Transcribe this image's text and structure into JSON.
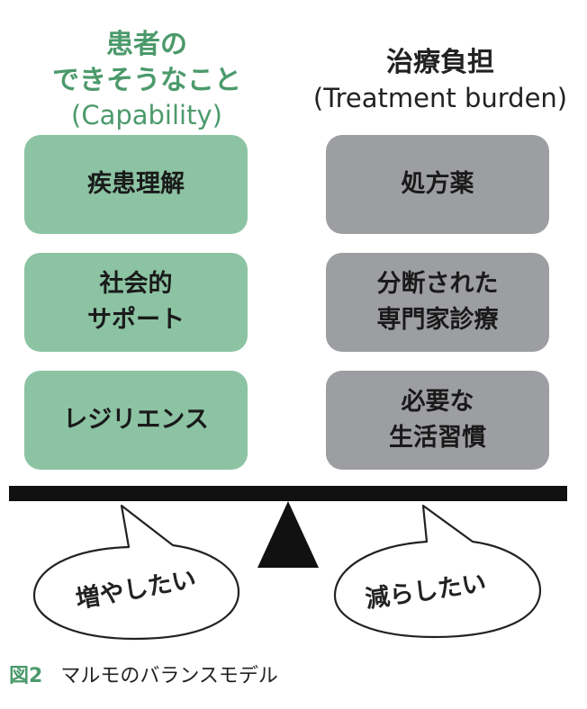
{
  "colors": {
    "capability_box": "#8cc3a3",
    "burden_box": "#9d9ea2",
    "capability_heading": "#4c9a6c",
    "beam": "#111111",
    "figure_label": "#4c9a6c"
  },
  "capability": {
    "heading_line1": "患者の",
    "heading_line2": "できそうなこと",
    "heading_sub": "(Capability)",
    "items": [
      {
        "label": "疾患理解"
      },
      {
        "label": "社会的\nサポート"
      },
      {
        "label": "レジリエンス"
      }
    ],
    "bubble": "増やしたい"
  },
  "burden": {
    "heading_line1": "治療負担",
    "heading_sub": "(Treatment burden)",
    "items": [
      {
        "label": "処方薬"
      },
      {
        "label": "分断された\n専門家診療"
      },
      {
        "label": "必要な\n生活習慣"
      }
    ],
    "bubble": "減らしたい"
  },
  "caption": {
    "figure_label": "図2",
    "text": "マルモのバランスモデル"
  }
}
